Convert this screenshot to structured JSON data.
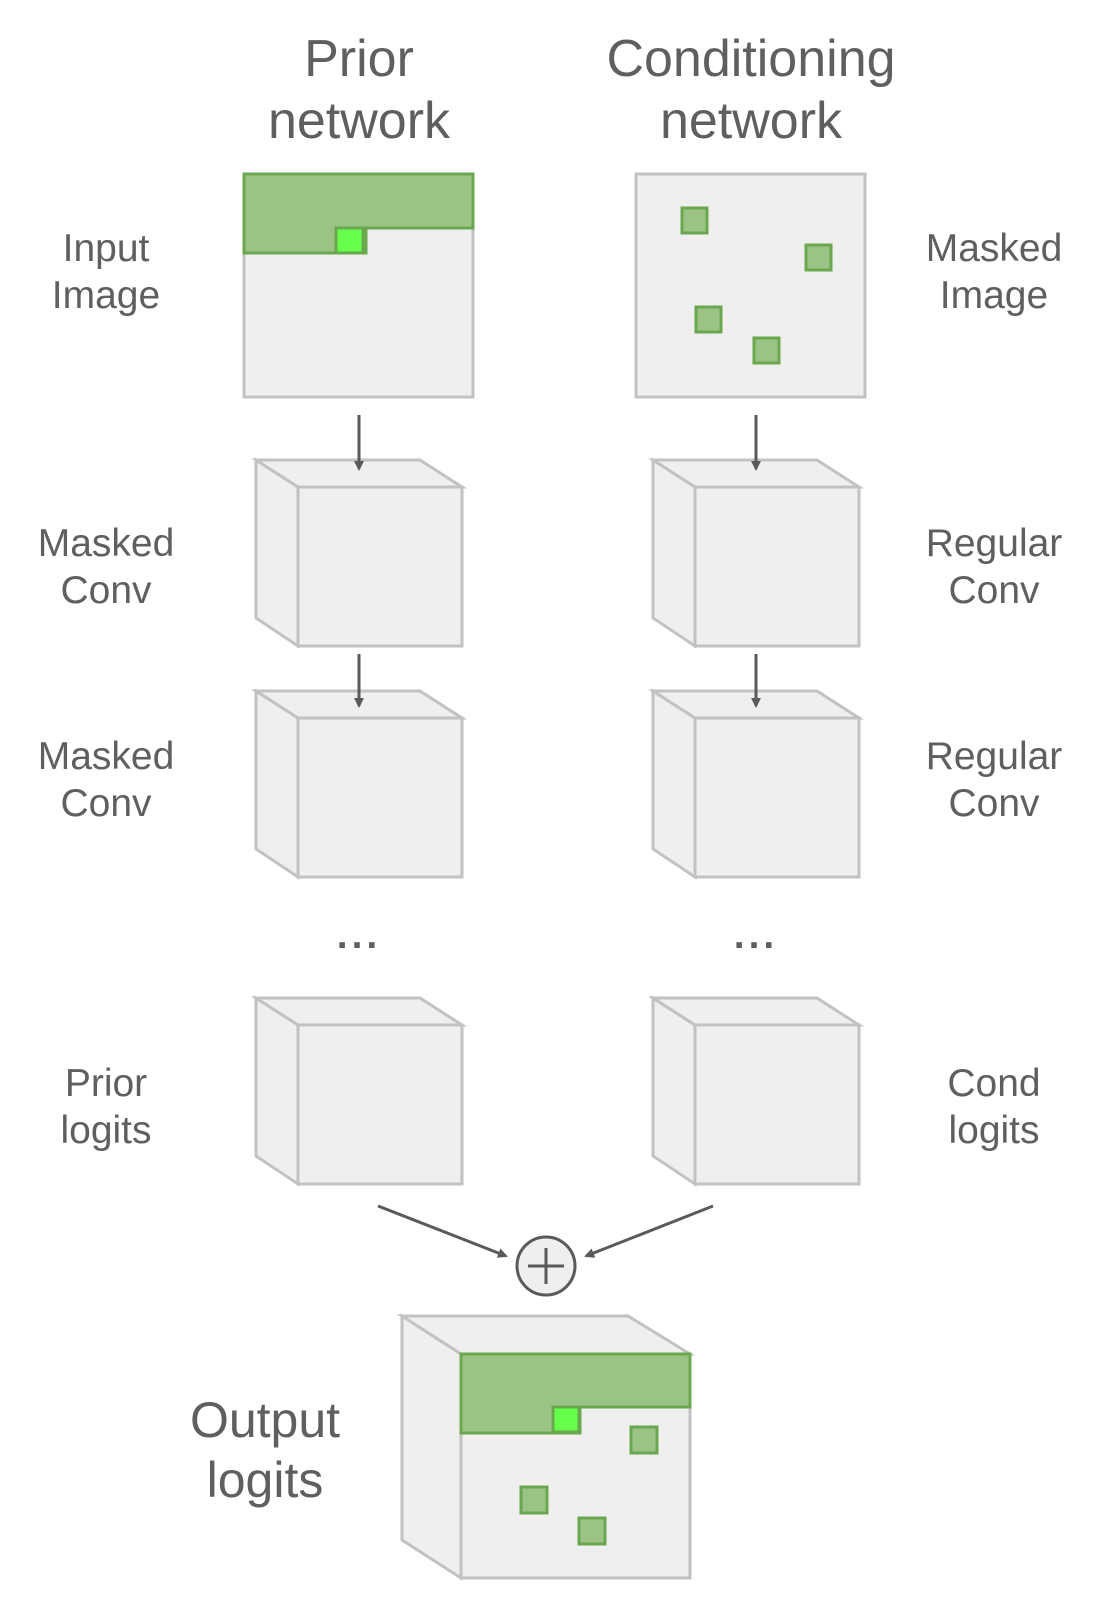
{
  "columns": {
    "prior": {
      "title_line1": "Prior",
      "title_line2": "network"
    },
    "conditioning": {
      "title_line1": "Conditioning",
      "title_line2": "network"
    }
  },
  "labels": {
    "input_image": {
      "line1": "Input",
      "line2": "Image"
    },
    "masked_image": {
      "line1": "Masked",
      "line2": "Image"
    },
    "masked_conv_1": {
      "line1": "Masked",
      "line2": "Conv"
    },
    "masked_conv_2": {
      "line1": "Masked",
      "line2": "Conv"
    },
    "regular_conv_1": {
      "line1": "Regular",
      "line2": "Conv"
    },
    "regular_conv_2": {
      "line1": "Regular",
      "line2": "Conv"
    },
    "prior_logits": {
      "line1": "Prior",
      "line2": "logits"
    },
    "cond_logits": {
      "line1": "Cond",
      "line2": "logits"
    },
    "output_logits": {
      "line1": "Output",
      "line2": "logits"
    }
  },
  "ellipsis": {
    "prior": "...",
    "conditioning": "..."
  },
  "combine_symbol": "+",
  "colors": {
    "text": "#5f5f5f",
    "box_fill": "#efefef",
    "box_stroke": "#c2c2c2",
    "mask_green": "#9cc386",
    "mask_green_stroke": "#6aa84f",
    "pixel_bright": "#66ff4c",
    "arrow": "#5a5a5a"
  }
}
